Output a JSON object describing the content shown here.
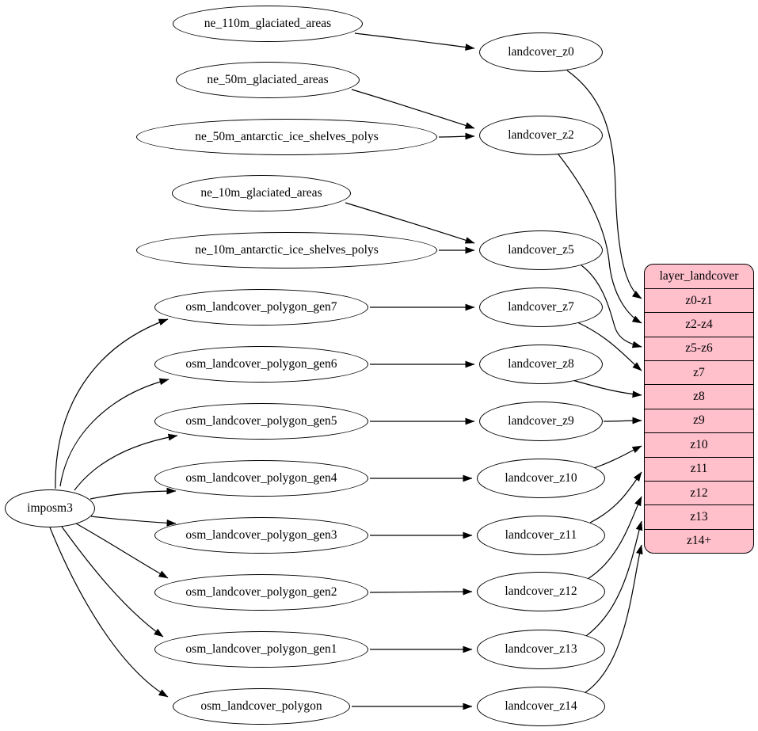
{
  "diagram_type": "etl-flow-graph",
  "colors": {
    "node_fill": "#ffffff",
    "node_stroke": "#000000",
    "table_fill": "#ffc0cb",
    "edge_color": "#000000"
  },
  "nodes": {
    "importer": {
      "label": "imposm3"
    },
    "sources": [
      {
        "label": "ne_110m_glaciated_areas"
      },
      {
        "label": "ne_50m_glaciated_areas"
      },
      {
        "label": "ne_50m_antarctic_ice_shelves_polys"
      },
      {
        "label": "ne_10m_glaciated_areas"
      },
      {
        "label": "ne_10m_antarctic_ice_shelves_polys"
      },
      {
        "label": "osm_landcover_polygon_gen7"
      },
      {
        "label": "osm_landcover_polygon_gen6"
      },
      {
        "label": "osm_landcover_polygon_gen5"
      },
      {
        "label": "osm_landcover_polygon_gen4"
      },
      {
        "label": "osm_landcover_polygon_gen3"
      },
      {
        "label": "osm_landcover_polygon_gen2"
      },
      {
        "label": "osm_landcover_polygon_gen1"
      },
      {
        "label": "osm_landcover_polygon"
      }
    ],
    "intermediates": [
      {
        "label": "landcover_z0"
      },
      {
        "label": "landcover_z2"
      },
      {
        "label": "landcover_z5"
      },
      {
        "label": "landcover_z7"
      },
      {
        "label": "landcover_z8"
      },
      {
        "label": "landcover_z9"
      },
      {
        "label": "landcover_z10"
      },
      {
        "label": "landcover_z11"
      },
      {
        "label": "landcover_z12"
      },
      {
        "label": "landcover_z13"
      },
      {
        "label": "landcover_z14"
      }
    ]
  },
  "table": {
    "title": "layer_landcover",
    "rows": [
      "z0-z1",
      "z2-z4",
      "z5-z6",
      "z7",
      "z8",
      "z9",
      "z10",
      "z11",
      "z12",
      "z13",
      "z14+"
    ]
  },
  "edges": [
    {
      "from": "imposm3",
      "to": "osm_landcover_polygon_gen7"
    },
    {
      "from": "imposm3",
      "to": "osm_landcover_polygon_gen6"
    },
    {
      "from": "imposm3",
      "to": "osm_landcover_polygon_gen5"
    },
    {
      "from": "imposm3",
      "to": "osm_landcover_polygon_gen4"
    },
    {
      "from": "imposm3",
      "to": "osm_landcover_polygon_gen3"
    },
    {
      "from": "imposm3",
      "to": "osm_landcover_polygon_gen2"
    },
    {
      "from": "imposm3",
      "to": "osm_landcover_polygon_gen1"
    },
    {
      "from": "imposm3",
      "to": "osm_landcover_polygon"
    },
    {
      "from": "ne_110m_glaciated_areas",
      "to": "landcover_z0"
    },
    {
      "from": "ne_50m_glaciated_areas",
      "to": "landcover_z2"
    },
    {
      "from": "ne_50m_antarctic_ice_shelves_polys",
      "to": "landcover_z2"
    },
    {
      "from": "ne_10m_glaciated_areas",
      "to": "landcover_z5"
    },
    {
      "from": "ne_10m_antarctic_ice_shelves_polys",
      "to": "landcover_z5"
    },
    {
      "from": "osm_landcover_polygon_gen7",
      "to": "landcover_z7"
    },
    {
      "from": "osm_landcover_polygon_gen6",
      "to": "landcover_z8"
    },
    {
      "from": "osm_landcover_polygon_gen5",
      "to": "landcover_z9"
    },
    {
      "from": "osm_landcover_polygon_gen4",
      "to": "landcover_z10"
    },
    {
      "from": "osm_landcover_polygon_gen3",
      "to": "landcover_z11"
    },
    {
      "from": "osm_landcover_polygon_gen2",
      "to": "landcover_z12"
    },
    {
      "from": "osm_landcover_polygon_gen1",
      "to": "landcover_z13"
    },
    {
      "from": "osm_landcover_polygon",
      "to": "landcover_z14"
    },
    {
      "from": "landcover_z0",
      "to": "z0-z1"
    },
    {
      "from": "landcover_z2",
      "to": "z2-z4"
    },
    {
      "from": "landcover_z5",
      "to": "z5-z6"
    },
    {
      "from": "landcover_z7",
      "to": "z7"
    },
    {
      "from": "landcover_z8",
      "to": "z8"
    },
    {
      "from": "landcover_z9",
      "to": "z9"
    },
    {
      "from": "landcover_z10",
      "to": "z10"
    },
    {
      "from": "landcover_z11",
      "to": "z11"
    },
    {
      "from": "landcover_z12",
      "to": "z12"
    },
    {
      "from": "landcover_z13",
      "to": "z13"
    },
    {
      "from": "landcover_z14",
      "to": "z14+"
    }
  ]
}
